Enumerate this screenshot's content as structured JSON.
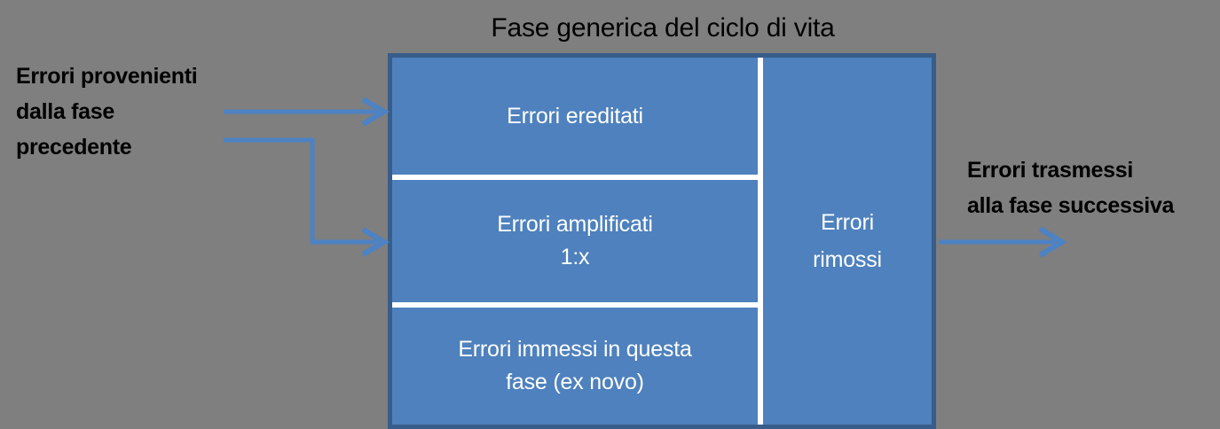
{
  "diagram": {
    "title": "Fase generica del ciclo di vita",
    "background_color": "#7f7f7f",
    "box_fill_color": "#4e81bd",
    "box_border_color": "#385d8a",
    "divider_color": "#ffffff",
    "arrow_color": "#4d82c3",
    "label_text_color": "#000000",
    "cell_text_color": "#ffffff"
  },
  "labels": {
    "incoming": {
      "line1": "Errori provenienti",
      "line2": "dalla fase",
      "line3": "precedente"
    },
    "outgoing": {
      "line1": "Errori trasmessi",
      "line2": "alla fase successiva"
    }
  },
  "phase_box": {
    "left_column": {
      "cells": [
        {
          "name": "inherited-errors",
          "line1": "Errori ereditati",
          "line2": ""
        },
        {
          "name": "amplified-errors",
          "line1": "Errori amplificati",
          "line2": "1:x"
        },
        {
          "name": "introduced-errors",
          "line1": "Errori immessi in questa",
          "line2": "fase (ex novo)"
        }
      ]
    },
    "right_column": {
      "name": "removed-errors",
      "line1": "Errori",
      "line2": "rimossi"
    }
  },
  "arrows": [
    {
      "name": "incoming-arrow-top",
      "direction": "right",
      "target": "inherited-errors"
    },
    {
      "name": "incoming-arrow-elbow",
      "direction": "right",
      "target": "amplified-errors"
    },
    {
      "name": "outgoing-arrow",
      "direction": "right",
      "target": "next-phase"
    }
  ]
}
